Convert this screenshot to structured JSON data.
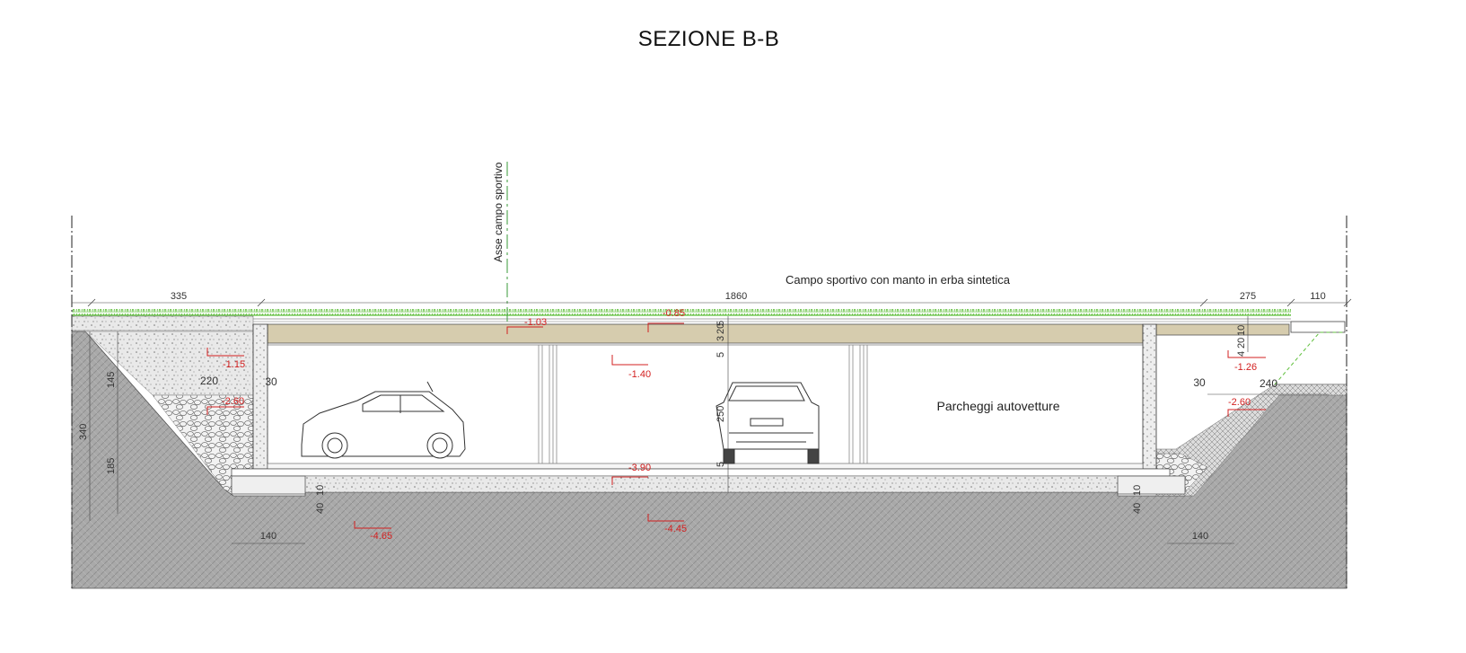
{
  "title": "SEZIONE B-B",
  "labels": {
    "field_surface": "Campo sportivo con manto in erba sintetica",
    "field_axis": "Asse campo sportivo",
    "parking": "Parcheggi autovetture"
  },
  "top_dims": [
    "335",
    "1860",
    "275",
    "110"
  ],
  "slab_dims": [
    "5",
    "3",
    "20",
    "5",
    "250",
    "5"
  ],
  "right_slab_dims": [
    "4",
    "20",
    "10"
  ],
  "left_dims": {
    "total_height": "340",
    "upper": "145",
    "lower": "185",
    "width": "220",
    "wall": "30",
    "footing": "140",
    "footing_h": "10",
    "footing_h2": "40"
  },
  "right_dims": {
    "wall": "30",
    "width": "240",
    "footing": "140",
    "footing_h": "10",
    "footing_h2": "40"
  },
  "levels": [
    "-1.03",
    "-0.85",
    "-1.15",
    "-1.40",
    "-2.60",
    "-3.90",
    "-4.65",
    "-4.45",
    "-1.26",
    "-2.60"
  ],
  "colors": {
    "grass": "#5fbf3c",
    "level": "#d32020",
    "slab": "#d6ccae",
    "soil": "#a7a7a7"
  }
}
